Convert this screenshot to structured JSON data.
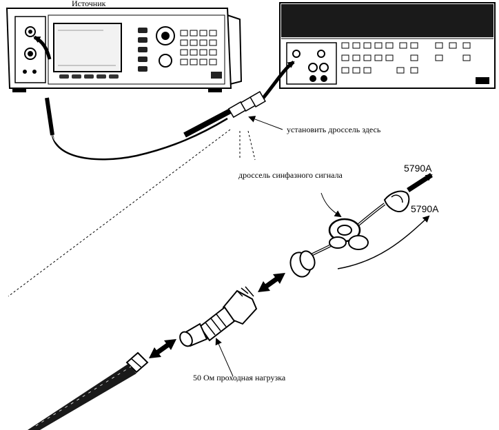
{
  "labels": {
    "source": "Источник",
    "install_choke": "установить дроссель здесь",
    "common_mode_choke": "дроссель синфазного сигнала",
    "model_input": "",
    "model_input_model": "5790A",
    "model_ground": "",
    "model_ground_model": "5790A",
    "feedthrough_load": "50 Ом проходная нагрузка"
  },
  "colors": {
    "ink": "#000000",
    "paper": "#ffffff",
    "screen": "#f2f2f2",
    "dark_panel": "#1a1a1a"
  }
}
